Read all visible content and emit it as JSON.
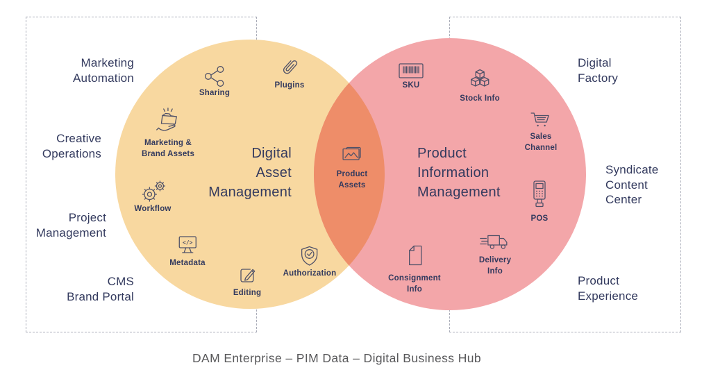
{
  "colors": {
    "dam_circle": "#F8D8A0",
    "pim_circle": "#F3A6A9",
    "overlap": "#EE8D69",
    "text_navy": "#333A5E",
    "icon_stroke": "#4F5168",
    "caption_gray": "#58585A",
    "boundary_gray": "#A9ACB8"
  },
  "caption": "DAM Enterprise – PIM Data – Digital Business Hub",
  "dam": {
    "title_lines": [
      "Digital",
      "Asset",
      "Management"
    ],
    "items": {
      "sharing": {
        "lines": [
          "Sharing"
        ],
        "icon": "share-icon"
      },
      "plugins": {
        "lines": [
          "Plugins"
        ],
        "icon": "paperclip-icon"
      },
      "marketing_brand_assets": {
        "lines": [
          "Marketing &",
          "Brand Assets"
        ],
        "icon": "hand-folder-icon"
      },
      "workflow": {
        "lines": [
          "Workflow"
        ],
        "icon": "gears-icon"
      },
      "metadata": {
        "lines": [
          "Metadata"
        ],
        "icon": "code-monitor-icon"
      },
      "editing": {
        "lines": [
          "Editing"
        ],
        "icon": "pencil-box-icon"
      },
      "authorization": {
        "lines": [
          "Authorization"
        ],
        "icon": "shield-check-icon"
      }
    }
  },
  "pim": {
    "title_lines": [
      "Product",
      "Information",
      "Management"
    ],
    "items": {
      "sku": {
        "lines": [
          "SKU"
        ],
        "icon": "barcode-icon"
      },
      "stock_info": {
        "lines": [
          "Stock Info"
        ],
        "icon": "cubes-icon"
      },
      "sales_channel": {
        "lines": [
          "Sales",
          "Channel"
        ],
        "icon": "cart-icon"
      },
      "pos": {
        "lines": [
          "POS"
        ],
        "icon": "pos-terminal-icon"
      },
      "delivery_info": {
        "lines": [
          "Delivery",
          "Info"
        ],
        "icon": "truck-icon"
      },
      "consignment_info": {
        "lines": [
          "Consignment",
          "Info"
        ],
        "icon": "document-icon"
      }
    }
  },
  "overlap": {
    "item": {
      "lines": [
        "Product",
        "Assets"
      ],
      "icon": "image-stack-icon"
    }
  },
  "outside": {
    "marketing_automation": {
      "lines": [
        "Marketing",
        "Automation"
      ]
    },
    "creative_operations": {
      "lines": [
        "Creative",
        "Operations"
      ]
    },
    "project_management": {
      "lines": [
        "Project",
        "Management"
      ]
    },
    "cms_brand_portal": {
      "lines": [
        "CMS",
        "Brand Portal"
      ]
    },
    "digital_factory": {
      "lines": [
        "Digital",
        "Factory"
      ]
    },
    "syndicate_content_center": {
      "lines": [
        "Syndicate",
        "Content",
        "Center"
      ]
    },
    "product_experience": {
      "lines": [
        "Product",
        "Experience"
      ]
    }
  }
}
